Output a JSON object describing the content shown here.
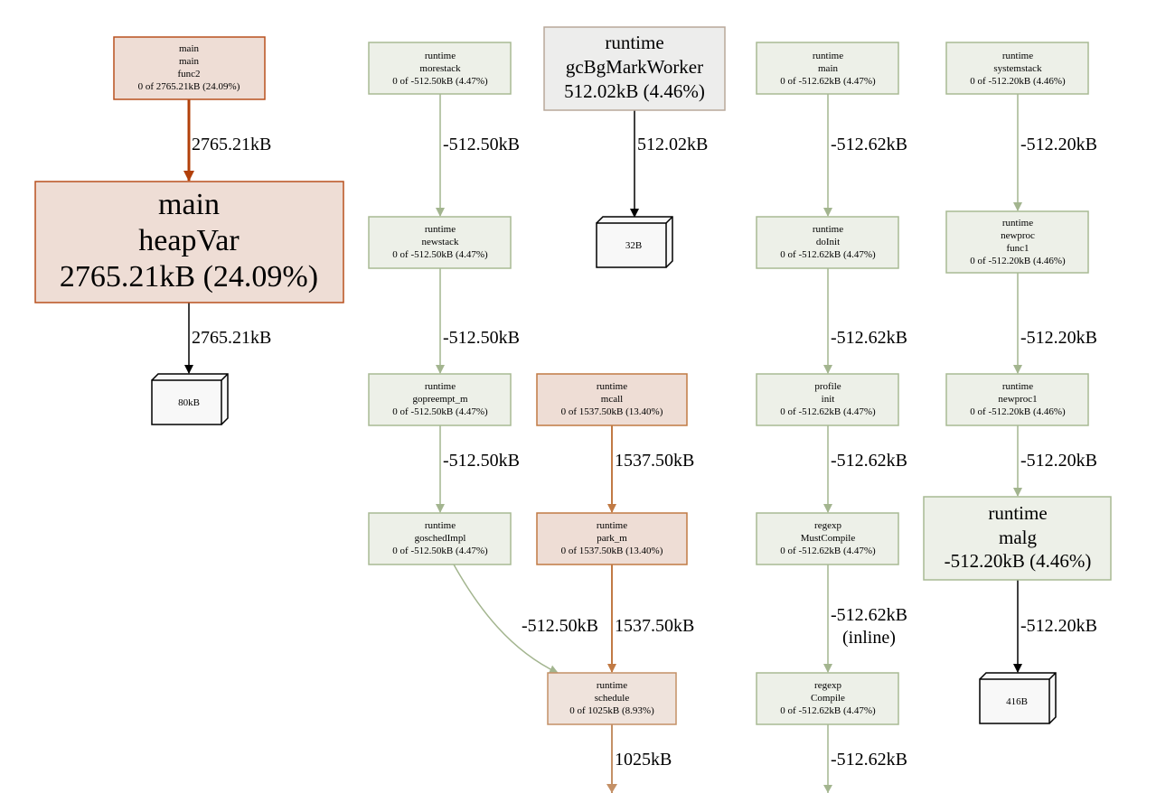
{
  "colors": {
    "green_fill": "#edf0e8",
    "green_stroke": "#a8ba94",
    "green_edge": "#a3b58f",
    "orange_fill": "#eeddd5",
    "orange_stroke": "#b8501f",
    "orange_edge_dark": "#b2400a",
    "orange_edge_light": "#c17a44",
    "orange_fill_light": "#efe3dc",
    "gray_fill": "#ededec",
    "gray_stroke": "#b8a89a",
    "black": "#000000",
    "box_fill": "#f8f8f8"
  },
  "nodes": {
    "main_func2": {
      "lines": [
        "main",
        "main",
        "func2",
        "0 of 2765.21kB (24.09%)"
      ]
    },
    "main_heapvar": {
      "lines": [
        "main",
        "heapVar",
        "2765.21kB (24.09%)"
      ]
    },
    "box_80kb": {
      "label": "80kB"
    },
    "rt_morestack": {
      "lines": [
        "runtime",
        "morestack",
        "0 of -512.50kB (4.47%)"
      ]
    },
    "rt_newstack": {
      "lines": [
        "runtime",
        "newstack",
        "0 of -512.50kB (4.47%)"
      ]
    },
    "rt_gopreempt": {
      "lines": [
        "runtime",
        "gopreempt_m",
        "0 of -512.50kB (4.47%)"
      ]
    },
    "rt_goschedimpl": {
      "lines": [
        "runtime",
        "goschedImpl",
        "0 of -512.50kB (4.47%)"
      ]
    },
    "rt_gcbg": {
      "lines": [
        "runtime",
        "gcBgMarkWorker",
        "512.02kB (4.46%)"
      ]
    },
    "box_32b": {
      "label": "32B"
    },
    "rt_mcall": {
      "lines": [
        "runtime",
        "mcall",
        "0 of 1537.50kB (13.40%)"
      ]
    },
    "rt_parkm": {
      "lines": [
        "runtime",
        "park_m",
        "0 of 1537.50kB (13.40%)"
      ]
    },
    "rt_schedule": {
      "lines": [
        "runtime",
        "schedule",
        "0 of 1025kB (8.93%)"
      ]
    },
    "rt_main": {
      "lines": [
        "runtime",
        "main",
        "0 of -512.62kB (4.47%)"
      ]
    },
    "rt_doinit": {
      "lines": [
        "runtime",
        "doInit",
        "0 of -512.62kB (4.47%)"
      ]
    },
    "profile_init": {
      "lines": [
        "profile",
        "init",
        "0 of -512.62kB (4.47%)"
      ]
    },
    "regexp_mustcompile": {
      "lines": [
        "regexp",
        "MustCompile",
        "0 of -512.62kB (4.47%)"
      ]
    },
    "regexp_compile": {
      "lines": [
        "regexp",
        "Compile",
        "0 of -512.62kB (4.47%)"
      ]
    },
    "rt_systemstack": {
      "lines": [
        "runtime",
        "systemstack",
        "0 of -512.20kB (4.46%)"
      ]
    },
    "rt_newproc_func1": {
      "lines": [
        "runtime",
        "newproc",
        "func1",
        "0 of -512.20kB (4.46%)"
      ]
    },
    "rt_newproc1": {
      "lines": [
        "runtime",
        "newproc1",
        "0 of -512.20kB (4.46%)"
      ]
    },
    "rt_malg": {
      "lines": [
        "runtime",
        "malg",
        "-512.20kB (4.46%)"
      ]
    },
    "box_416b": {
      "label": "416B"
    }
  },
  "edges": {
    "func2_heapvar": "2765.21kB",
    "heapvar_80kb": "2765.21kB",
    "morestack_newstack": "-512.50kB",
    "newstack_gopreempt": "-512.50kB",
    "gopreempt_goschedimpl": "-512.50kB",
    "goschedimpl_schedule": "-512.50kB",
    "gcbg_32b": "512.02kB",
    "mcall_parkm": "1537.50kB",
    "parkm_schedule": "1537.50kB",
    "schedule_out": "1025kB",
    "main_doinit": "-512.62kB",
    "doinit_profile": "-512.62kB",
    "profile_mustcompile": "-512.62kB",
    "mustcompile_compile": "-512.62kB",
    "mustcompile_compile_note": "(inline)",
    "compile_out": "-512.62kB",
    "systemstack_newprocfunc1": "-512.20kB",
    "newprocfunc1_newproc1": "-512.20kB",
    "newproc1_malg": "-512.20kB",
    "malg_416b": "-512.20kB"
  }
}
